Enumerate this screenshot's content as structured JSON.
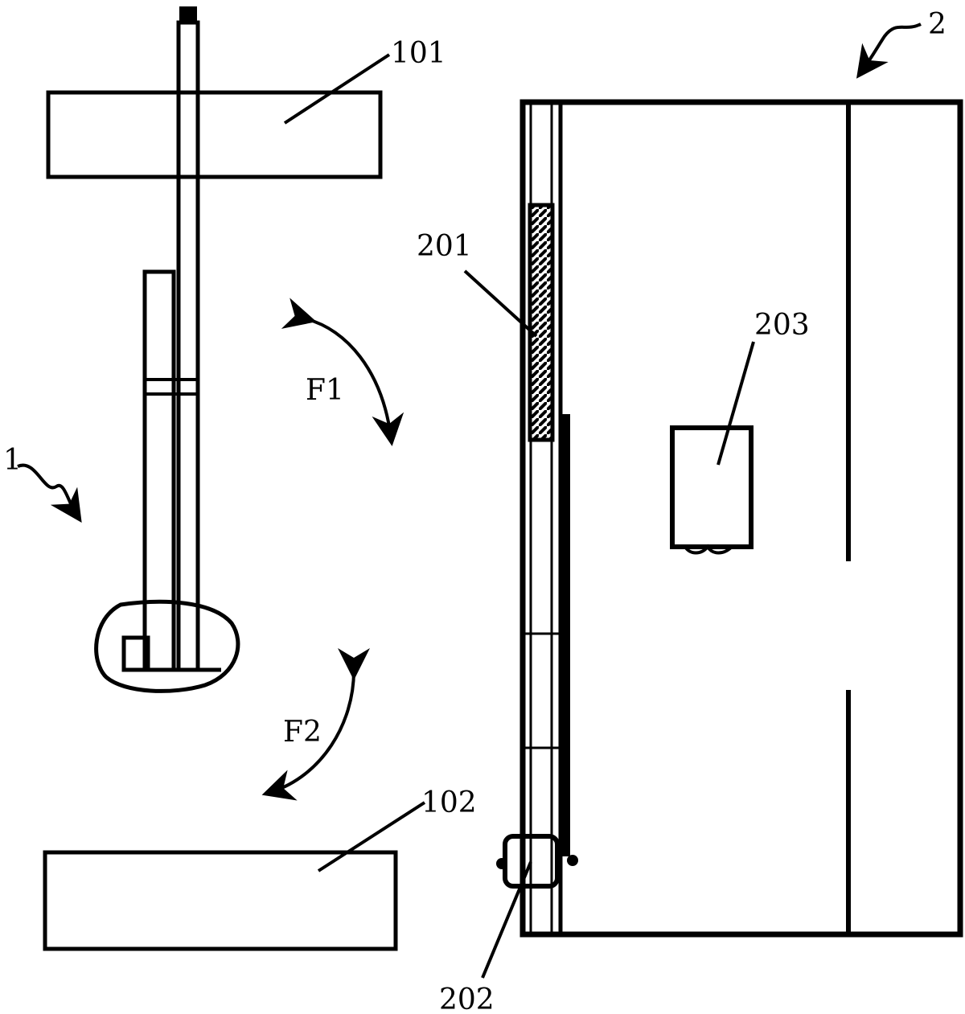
{
  "labels": {
    "device_1": "1",
    "device_2": "2",
    "part_101": "101",
    "part_102": "102",
    "part_201": "201",
    "part_202": "202",
    "part_203": "203",
    "motion_f1": "F1",
    "motion_f2": "F2"
  },
  "colors": {
    "line": "#000000",
    "background": "#ffffff"
  }
}
